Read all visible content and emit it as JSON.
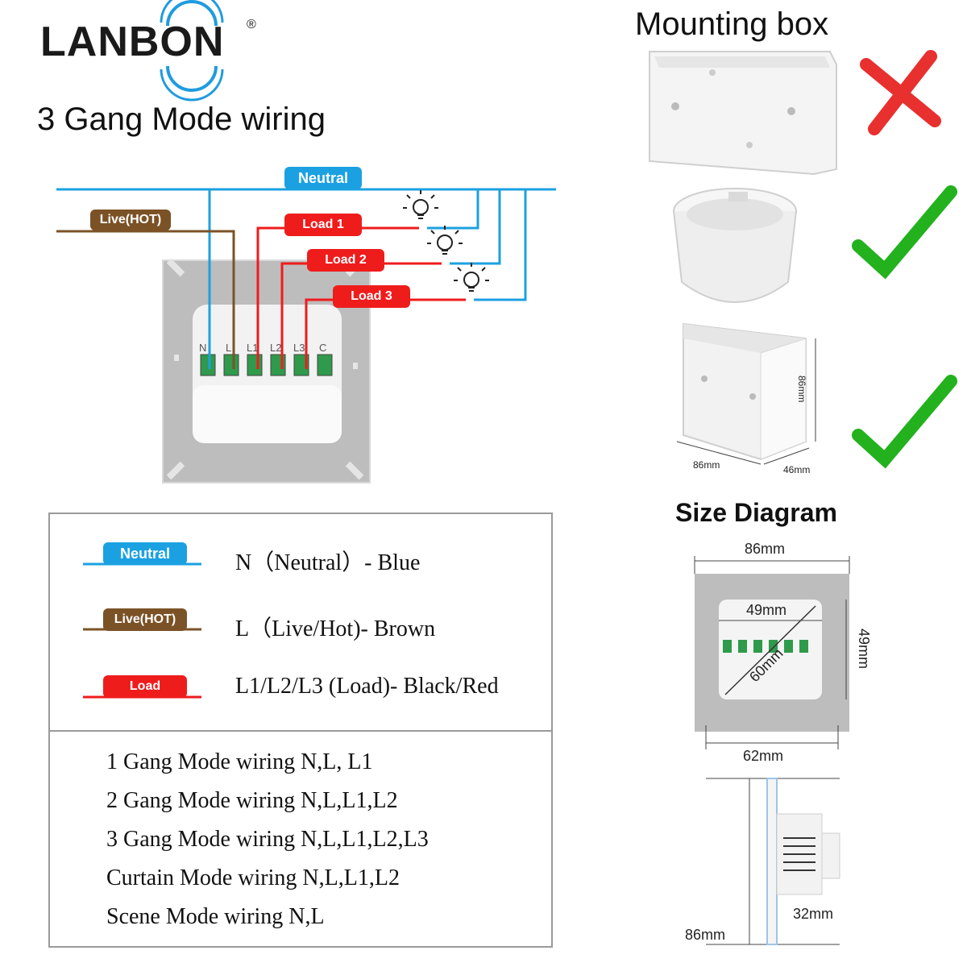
{
  "brand": {
    "name": "LANBON",
    "registered": "®"
  },
  "wiring": {
    "title": "3 Gang Mode wiring",
    "neutral_label": "Neutral",
    "live_label": "Live(HOT)",
    "load1_label": "Load 1",
    "load2_label": "Load 2",
    "load3_label": "Load 3",
    "terminals": [
      "N",
      "L",
      "L1",
      "L2",
      "L3",
      "C"
    ]
  },
  "legend": {
    "neutral_pill": "Neutral",
    "neutral_text": "N（Neutral）- Blue",
    "live_pill": "Live(HOT)",
    "live_text": "L（Live/Hot)- Brown",
    "load_pill": "Load",
    "load_text": "L1/L2/L3 (Load)- Black/Red"
  },
  "modes": [
    "1 Gang Mode wiring N,L, L1",
    "2 Gang Mode wiring N,L,L1,L2",
    "3 Gang Mode wiring N,L,L1,L2,L3",
    "Curtain Mode wiring N,L,L1,L2",
    "Scene Mode wiring N,L"
  ],
  "mounting": {
    "title": "Mounting box",
    "box1_status": "not suitable",
    "box2_status": "suitable",
    "box3_status": "suitable",
    "box3_height": "86mm",
    "box3_width": "86mm",
    "box3_depth": "46mm"
  },
  "size": {
    "title": "Size Diagram",
    "width_top": "86mm",
    "module_width": "49mm",
    "module_height": "49mm",
    "diagonal": "60mm",
    "bottom_width": "62mm",
    "side_height": "86mm",
    "side_depth": "32mm"
  },
  "colors": {
    "neutral": "#1ba1e2",
    "live": "#7b5226",
    "load": "#ef1c1c",
    "brand_blue": "#1f9be0",
    "check_green": "#23b11e",
    "cross_red": "#e8302f"
  }
}
